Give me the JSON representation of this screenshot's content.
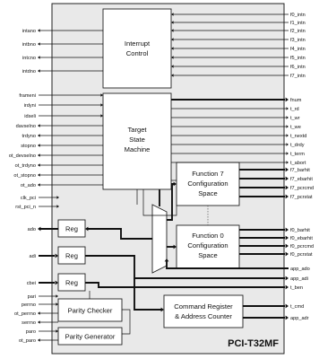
{
  "title": "PCI-T32MF",
  "blocks": {
    "interrupt": [
      "Interrupt",
      "Control"
    ],
    "target": [
      "Target",
      "State",
      "Machine"
    ],
    "func7": [
      "Function 7",
      "Configuration",
      "Space"
    ],
    "func0": [
      "Function 0",
      "Configuration",
      "Space"
    ],
    "reg": "Reg",
    "parity_checker": "Parity Checker",
    "parity_generator": "Parity Generator",
    "command": [
      "Command Register",
      "& Address Counter"
    ]
  },
  "signals": {
    "left_int": [
      "intano",
      "intbno",
      "intcno",
      "intdno"
    ],
    "left_ctrl": [
      "frameni",
      "irdyni",
      "idseli",
      "davselno",
      "trdyno",
      "stopno",
      "ot_devselno",
      "ot_trdyno",
      "ot_stopno",
      "ot_ado"
    ],
    "left_clk": [
      "clk_pci",
      "rst_pci_n"
    ],
    "left_data": [
      "ado",
      "adi",
      "cbei"
    ],
    "left_parity": [
      "pari",
      "perrno",
      "ot_perrno",
      "serrno",
      "paro",
      "ot_paro"
    ],
    "right_int": [
      "f0_intn",
      "f1_intn",
      "f2_intn",
      "f3_intn",
      "f4_intn",
      "f5_intn",
      "f6_intn",
      "f7_intn"
    ],
    "right_ctrl": [
      "fnum",
      "t_rd",
      "t_wr",
      "t_we",
      "t_nextd",
      "t_drdy",
      "t_term",
      "t_abort"
    ],
    "right_f7": [
      "f7_barhit",
      "f7_ebarhit",
      "f7_pcrcmd",
      "f7_pcrstat"
    ],
    "right_f0": [
      "f0_barhit",
      "f0_ebarhit",
      "f0_pcrcmd",
      "f0_pcrstat"
    ],
    "right_app": [
      "app_ado",
      "app_adi",
      "t_ben"
    ],
    "right_cmd": [
      "t_cmd",
      "app_adr"
    ]
  }
}
